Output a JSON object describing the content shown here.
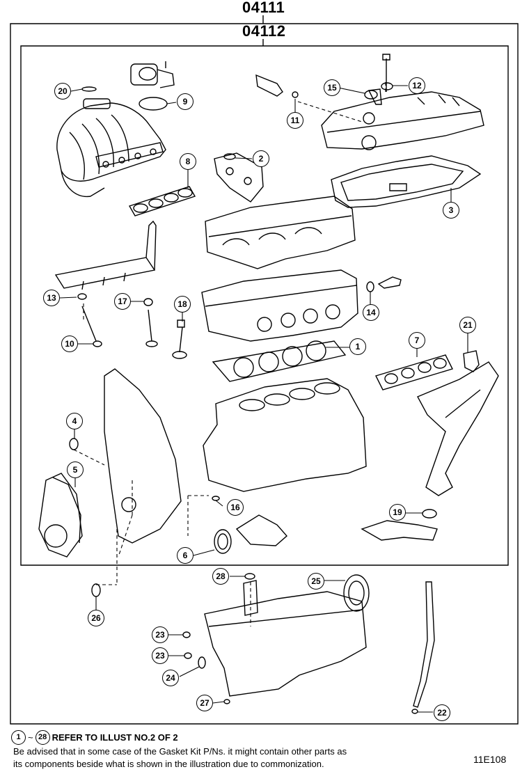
{
  "header": {
    "outer_code": "04111",
    "inner_code": "04112"
  },
  "callouts": [
    "20",
    "9",
    "15",
    "12",
    "11",
    "2",
    "8",
    "3",
    "13",
    "17",
    "18",
    "14",
    "10",
    "1",
    "7",
    "21",
    "4",
    "5",
    "16",
    "19",
    "6",
    "28",
    "25",
    "26",
    "23",
    "23",
    "24",
    "27",
    "22"
  ],
  "footer": {
    "ref_start": "1",
    "ref_sep": "~",
    "ref_end": "28",
    "ref_text": "REFER TO ILLUST NO.2 OF 2",
    "note_line1": "Be advised that in some case of the Gasket Kit P/Ns.  it might contain other parts as",
    "note_line2": "its components beside what is shown in the illustration due to commonization.",
    "figure_id": "11E108"
  }
}
